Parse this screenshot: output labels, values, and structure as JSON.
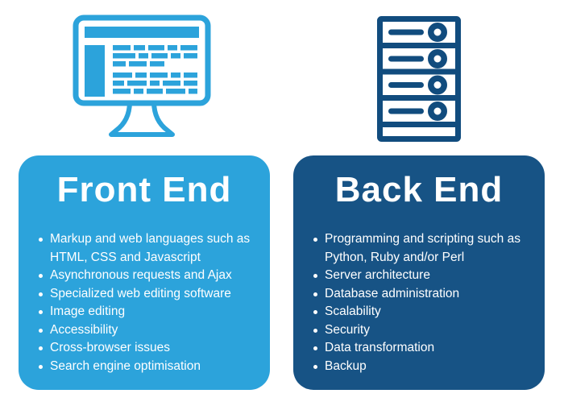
{
  "page": {
    "background": "#FFFFFF"
  },
  "colors": {
    "front_accent": "#2CA3DB",
    "back_accent": "#175385",
    "back_icon": "#114C7E",
    "text": "#FFFFFF"
  },
  "cards": {
    "front": {
      "title": "Front End",
      "icon": "monitor-icon",
      "items": [
        "Markup and web languages such as HTML, CSS and Javascript",
        "Asynchronous requests and Ajax",
        "Specialized web editing software",
        "Image editing",
        "Accessibility",
        "Cross-browser issues",
        "Search engine optimisation"
      ]
    },
    "back": {
      "title": "Back End",
      "icon": "server-icon",
      "items": [
        "Programming and scripting such as Python, Ruby and/or Perl",
        "Server architecture",
        "Database administration",
        "Scalability",
        "Security",
        "Data transformation",
        "Backup"
      ]
    }
  }
}
